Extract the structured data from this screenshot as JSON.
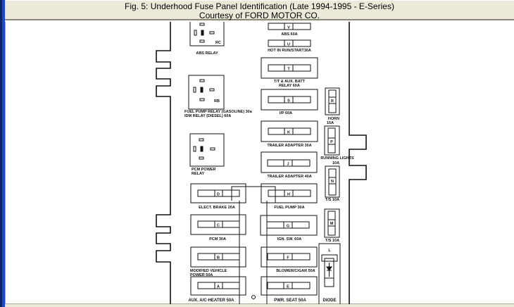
{
  "caption": {
    "title": "Fig. 5: Underhood Fuse Panel Identification (Late 1994-1995 - E-Series)",
    "credit": "Courtesy of FORD MOTOR CO."
  },
  "diagram": {
    "relays": {
      "abs": {
        "code": "RC",
        "label": "ABS RELAY"
      },
      "fuel_pump": {
        "code": "RB",
        "label1": "FUEL PUMP RELAY (GASOLINE) 30a",
        "label2": "IDM RELAY (DIESEL) 60A"
      },
      "pcm_power": {
        "label1": "PCM POWER",
        "label2": "RELAY"
      }
    },
    "fuses": {
      "V": {
        "letter": "V",
        "label": "ABS 60A"
      },
      "U": {
        "letter": "U",
        "label": "HOT IN RUN/START30A"
      },
      "T": {
        "letter": "T",
        "label1": "T/T & AUX. BATT",
        "label2": "RELAY 60A"
      },
      "S": {
        "letter": "S",
        "label": "I/P 60A"
      },
      "K": {
        "letter": "K",
        "label": "TRAILER ADAPTER 30A"
      },
      "J": {
        "letter": "J",
        "label": "TRAILER ADAPTER 40A"
      },
      "D": {
        "letter": "D",
        "label": "ELECT. BRAKE 20A"
      },
      "H": {
        "letter": "H",
        "label": "FUEL PUMP 30A"
      },
      "C": {
        "letter": "C",
        "label": "PCM 30A"
      },
      "G": {
        "letter": "G",
        "label": "IGN. SW. 60A"
      },
      "B": {
        "letter": "B",
        "label1": "MODIFIED VEHICLE",
        "label2": "POWER 50A"
      },
      "F": {
        "letter": "F",
        "label": "BLOWER/CIGAR 50A"
      },
      "A": {
        "letter": "A",
        "label": "AUX. A/C-HEATER 50A"
      },
      "E": {
        "letter": "E",
        "label": "PWR. SEAT 50A"
      },
      "R": {
        "letter": "R",
        "label1": "HORN",
        "label2": "15A"
      },
      "P": {
        "letter": "P",
        "label1": "RUNNING LIGHTS",
        "label2": "10A"
      },
      "N": {
        "letter": "N",
        "label": "T/S 10A"
      },
      "M": {
        "letter": "M",
        "label": "T/S 10A"
      },
      "L": {
        "letter": "L",
        "label": "DIODE"
      }
    }
  }
}
